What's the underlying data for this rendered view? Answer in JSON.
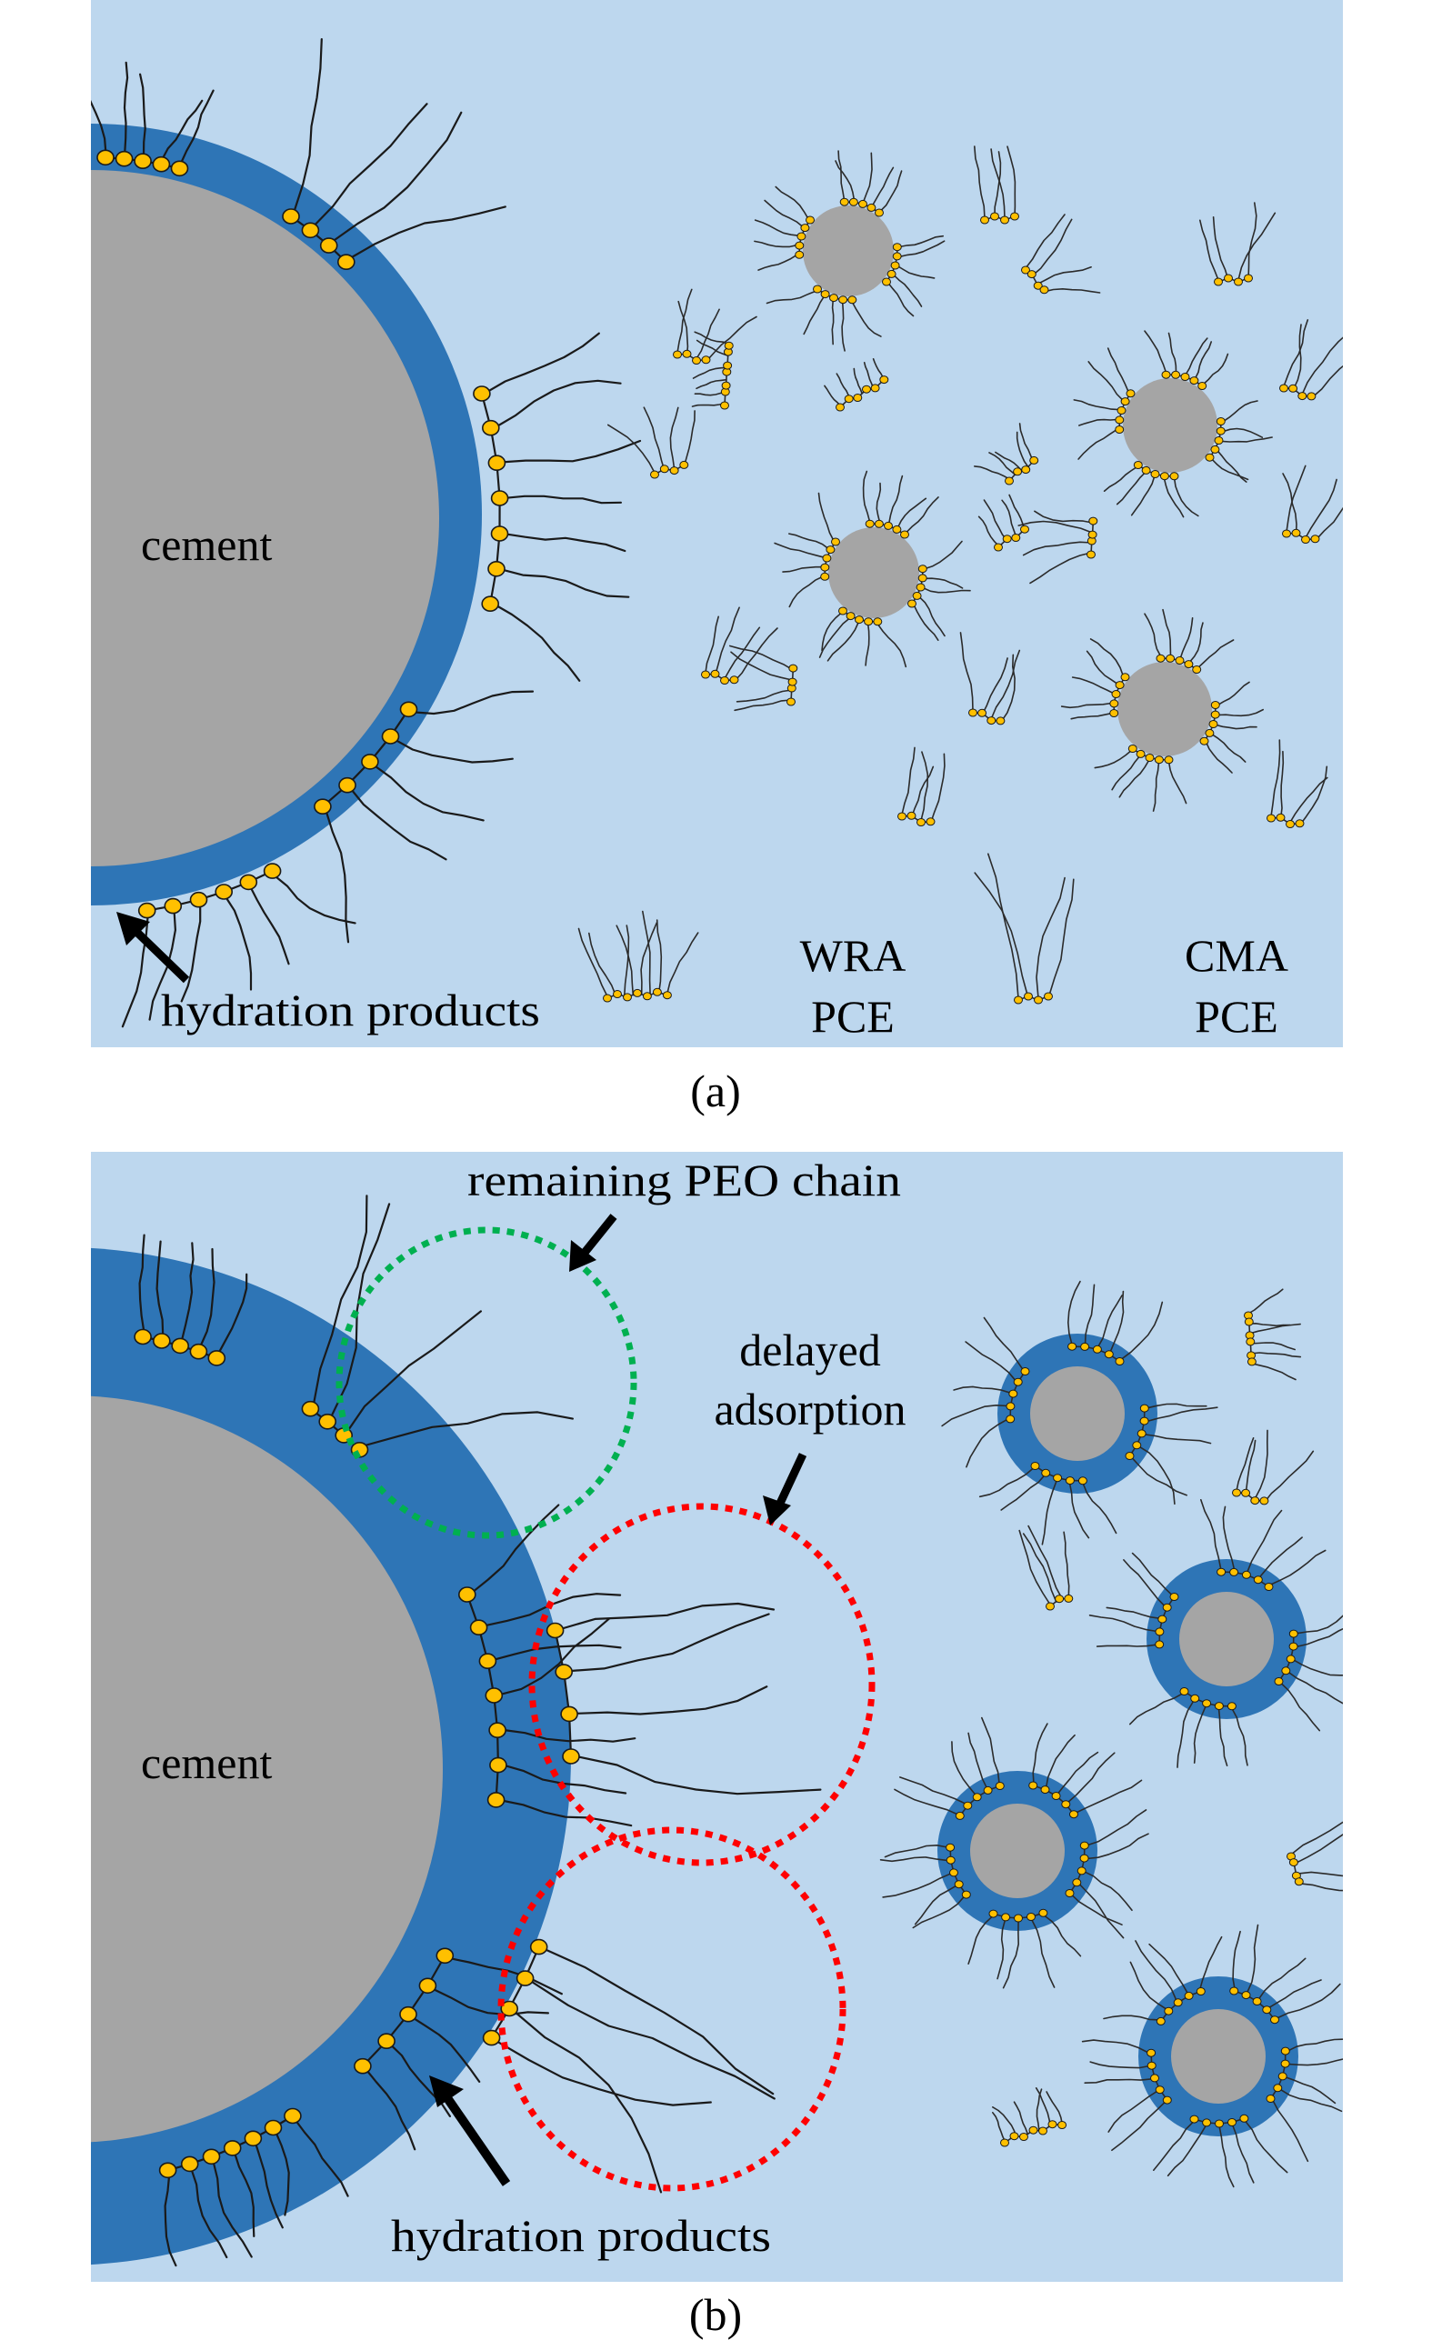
{
  "colors": {
    "background_solution": "#bdd7ee",
    "cement_core": "#a5a5a5",
    "hydration_products": "#2e75b6",
    "carboxylate_anchor": "#ffc000",
    "peo_chain": "#1a1a1a",
    "remaining_chain_highlight": "#00b050",
    "delayed_adsorption_highlight": "#ff0000"
  },
  "panel_a": {
    "caption": "(a)",
    "cement_label": "cement",
    "hydration_label": "hydration products",
    "legend": [
      {
        "line1": "WRA",
        "line2": "PCE",
        "side_chain_length": "short",
        "side_chain_count": 7
      },
      {
        "line1": "CMA",
        "line2": "PCE",
        "side_chain_length": "long",
        "side_chain_count": 4
      }
    ],
    "small_particles": {
      "count": 4,
      "hydration_shell": false
    },
    "free_molecules": {
      "count": 17
    }
  },
  "panel_b": {
    "caption": "(b)",
    "cement_label": "cement",
    "hydration_label": "hydration products",
    "annotations": [
      {
        "text": "remaining PEO chain",
        "highlight": "green"
      },
      {
        "line1": "delayed",
        "line2": "adsorption",
        "highlight": "red"
      }
    ],
    "small_particles": {
      "count": 4,
      "hydration_shell": true
    },
    "free_molecules": {
      "count": 5
    }
  }
}
